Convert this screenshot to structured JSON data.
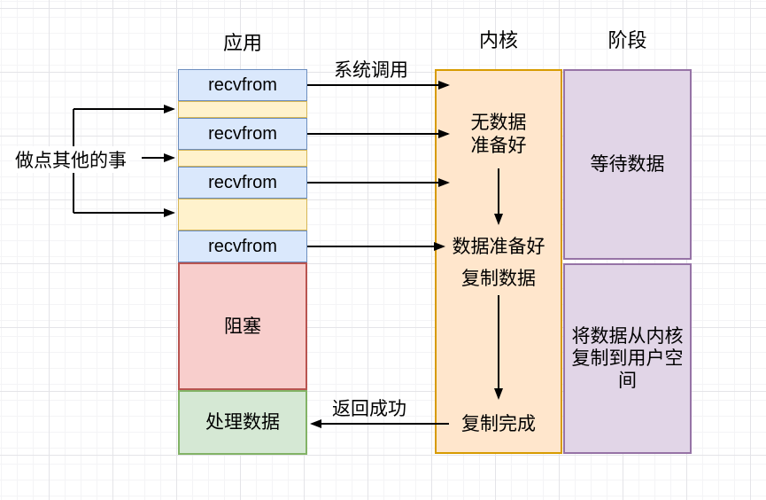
{
  "headers": {
    "application": "应用",
    "kernel": "内核",
    "stage": "阶段"
  },
  "application_column": {
    "recvfrom_calls": [
      "recvfrom",
      "recvfrom",
      "recvfrom",
      "recvfrom"
    ],
    "blocking": "阻塞",
    "process_data": "处理数据",
    "do_other_things": "做点其他的事"
  },
  "kernel_column": {
    "no_data_ready": "无数据\n准备好",
    "data_ready": "数据准备好",
    "copy_data": "复制数据",
    "copy_complete": "复制完成"
  },
  "stage_column": {
    "wait_for_data": "等待数据",
    "copy_kernel_to_user": "将数据从内核复制到用户空间"
  },
  "edge_labels": {
    "system_call": "系统调用",
    "return_success": "返回成功"
  },
  "colors": {
    "recvfrom_fill": "#dae8fc",
    "recvfrom_border": "#6c8ebf",
    "gap_fill": "#fff2cc",
    "gap_border": "#d6b656",
    "kernel_fill": "#ffe6cc",
    "kernel_border": "#d79b00",
    "stage_fill": "#e1d5e7",
    "stage_border": "#9673a6",
    "blocking_fill": "#f8cecc",
    "blocking_border": "#b85450",
    "process_fill": "#d5e8d4",
    "process_border": "#82b366",
    "arrow": "#000000",
    "grid_minor": "#f4f4f6",
    "grid_major": "#e4e4e8"
  }
}
